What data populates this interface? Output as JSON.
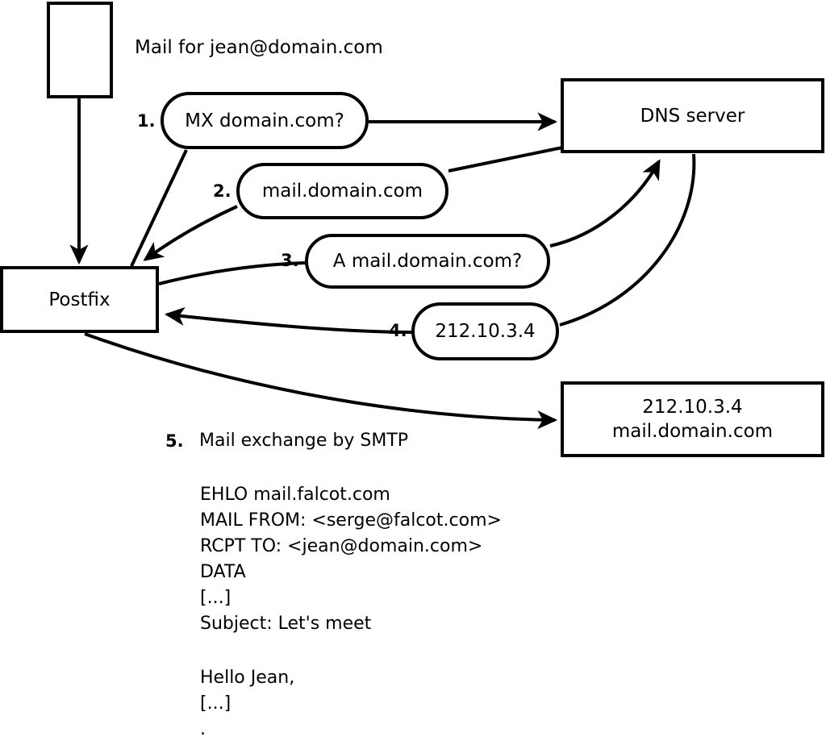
{
  "diagram": {
    "title_text": "Mail for jean@domain.com",
    "nodes": [
      {
        "id": "sender",
        "label": ""
      },
      {
        "id": "postfix",
        "label": "Postfix"
      },
      {
        "id": "dns",
        "label": "DNS server"
      },
      {
        "id": "target",
        "label": "212.10.3.4\nmail.domain.com"
      }
    ],
    "steps": [
      {
        "num": "1.",
        "label": "MX domain.com?"
      },
      {
        "num": "2.",
        "label": "mail.domain.com"
      },
      {
        "num": "3.",
        "label": "A mail.domain.com?"
      },
      {
        "num": "4.",
        "label": "212.10.3.4"
      },
      {
        "num": "5.",
        "label": "Mail exchange by SMTP"
      }
    ],
    "transcript": {
      "lines": [
        "EHLO mail.falcot.com",
        "MAIL FROM: <serge@falcot.com>",
        "RCPT TO: <jean@domain.com>",
        "DATA",
        "[...]",
        "Subject: Let's meet",
        "",
        "Hello Jean,",
        "[...]",
        "."
      ],
      "block_1": "EHLO mail.falcot.com\nMAIL FROM: <serge@falcot.com>\nRCPT TO: <jean@domain.com>\nDATA\n[...]\nSubject: Let's meet",
      "block_2": "Hello Jean,\n[...]\n."
    },
    "colors": {
      "stroke": "#000000",
      "fill": "#ffffff",
      "text": "#000000"
    }
  }
}
